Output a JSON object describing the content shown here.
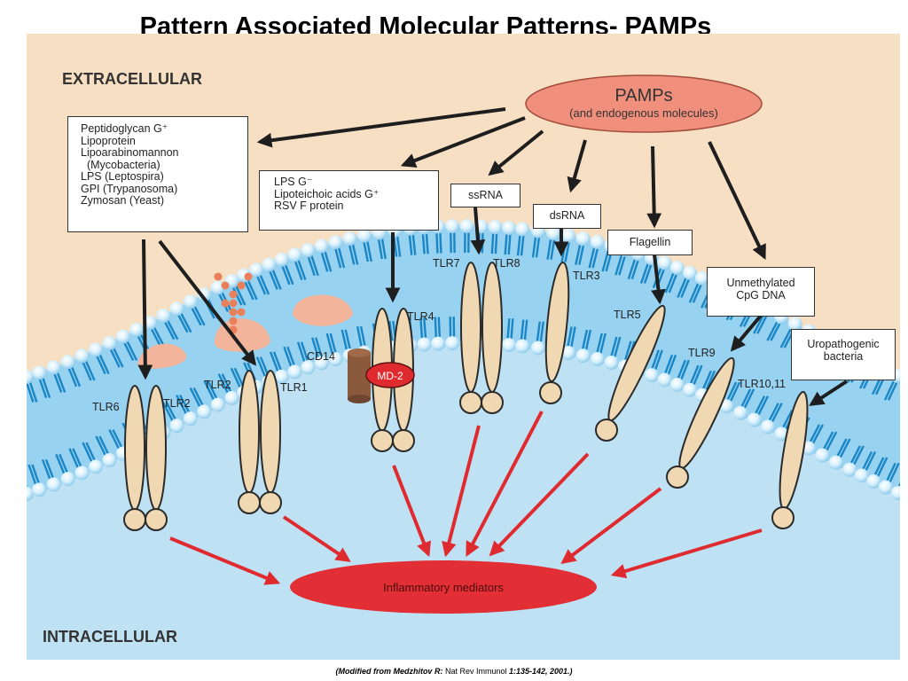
{
  "title": "Pattern Associated Molecular Patterns- PAMPs",
  "regions": {
    "extracellular": "EXTRACELLULAR",
    "intracellular": "INTRACELLULAR"
  },
  "pamps": {
    "title": "PAMPs",
    "subtitle": "(and endogenous molecules)"
  },
  "ligand_boxes": {
    "tlr2_group": [
      "Peptidoglycan G⁺",
      "Lipoprotein",
      "Lipoarabinomannon",
      "  (Mycobacteria)",
      "LPS (Leptospira)",
      "GPI (Trypanosoma)",
      "Zymosan (Yeast)"
    ],
    "tlr4_group": [
      "LPS G⁻",
      "Lipoteichoic acids G⁺",
      "RSV F protein"
    ],
    "ssrna": "ssRNA",
    "dsrna": "dsRNA",
    "flagellin": "Flagellin",
    "cpg": [
      "Unmethylated",
      "CpG DNA"
    ],
    "uropathogenic": [
      "Uropathogenic",
      "bacteria"
    ]
  },
  "receptors": {
    "tlr6": "TLR6",
    "tlr2_left": "TLR2",
    "tlr2_right": "TLR2",
    "tlr1": "TLR1",
    "cd14": "CD14",
    "md2": "MD-2",
    "tlr4": "TLR4",
    "tlr7": "TLR7",
    "tlr8": "TLR8",
    "tlr3": "TLR3",
    "tlr5": "TLR5",
    "tlr9": "TLR9",
    "tlr10_11": "TLR10,11"
  },
  "output": "Inflammatory mediators",
  "citation": {
    "prefix": "(Modified from Medzhitov R:",
    "journal": " Nat Rev Immunol ",
    "details": "1:135-142, 2001.)"
  },
  "colors": {
    "background": "#f7dfc3",
    "intracellular": "#bfe1f4",
    "membrane": "#97d2f0",
    "receptor": "#f0d8b2",
    "pamps_ellipse": "#ef8f7c",
    "mediators": "#e22f35",
    "red_arrow": "#df2b30"
  }
}
